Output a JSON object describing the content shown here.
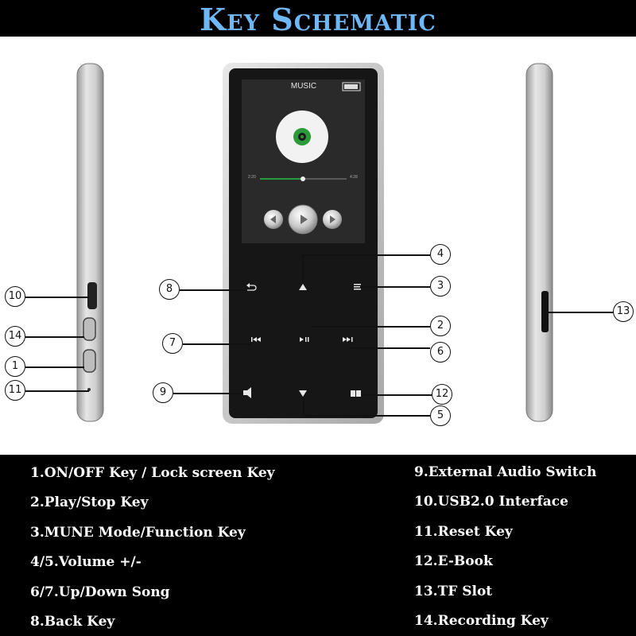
{
  "title": "Key Schematic",
  "screen": {
    "mode_label": "MUSIC",
    "time_elapsed": "2:20",
    "time_total": "4:28"
  },
  "callouts": [
    "1",
    "2",
    "3",
    "4",
    "5",
    "6",
    "7",
    "8",
    "9",
    "10",
    "11",
    "12",
    "13",
    "14"
  ],
  "legend": [
    "1.ON/OFF Key / Lock screen Key",
    "2.Play/Stop Key",
    "3.MUNE Mode/Function Key",
    "4/5.Volume +/-",
    "6/7.Up/Down Song",
    "8.Back Key",
    "9.External Audio Switch",
    "10.USB2.0 Interface",
    "11.Reset Key",
    "12.E-Book",
    "13.TF Slot",
    "14.Recording Key"
  ],
  "colors": {
    "title": "#6fb7f5",
    "device_body": "#1c1c1c",
    "frame": "#c8c8c8",
    "accent_green": "#2a9a3a"
  }
}
